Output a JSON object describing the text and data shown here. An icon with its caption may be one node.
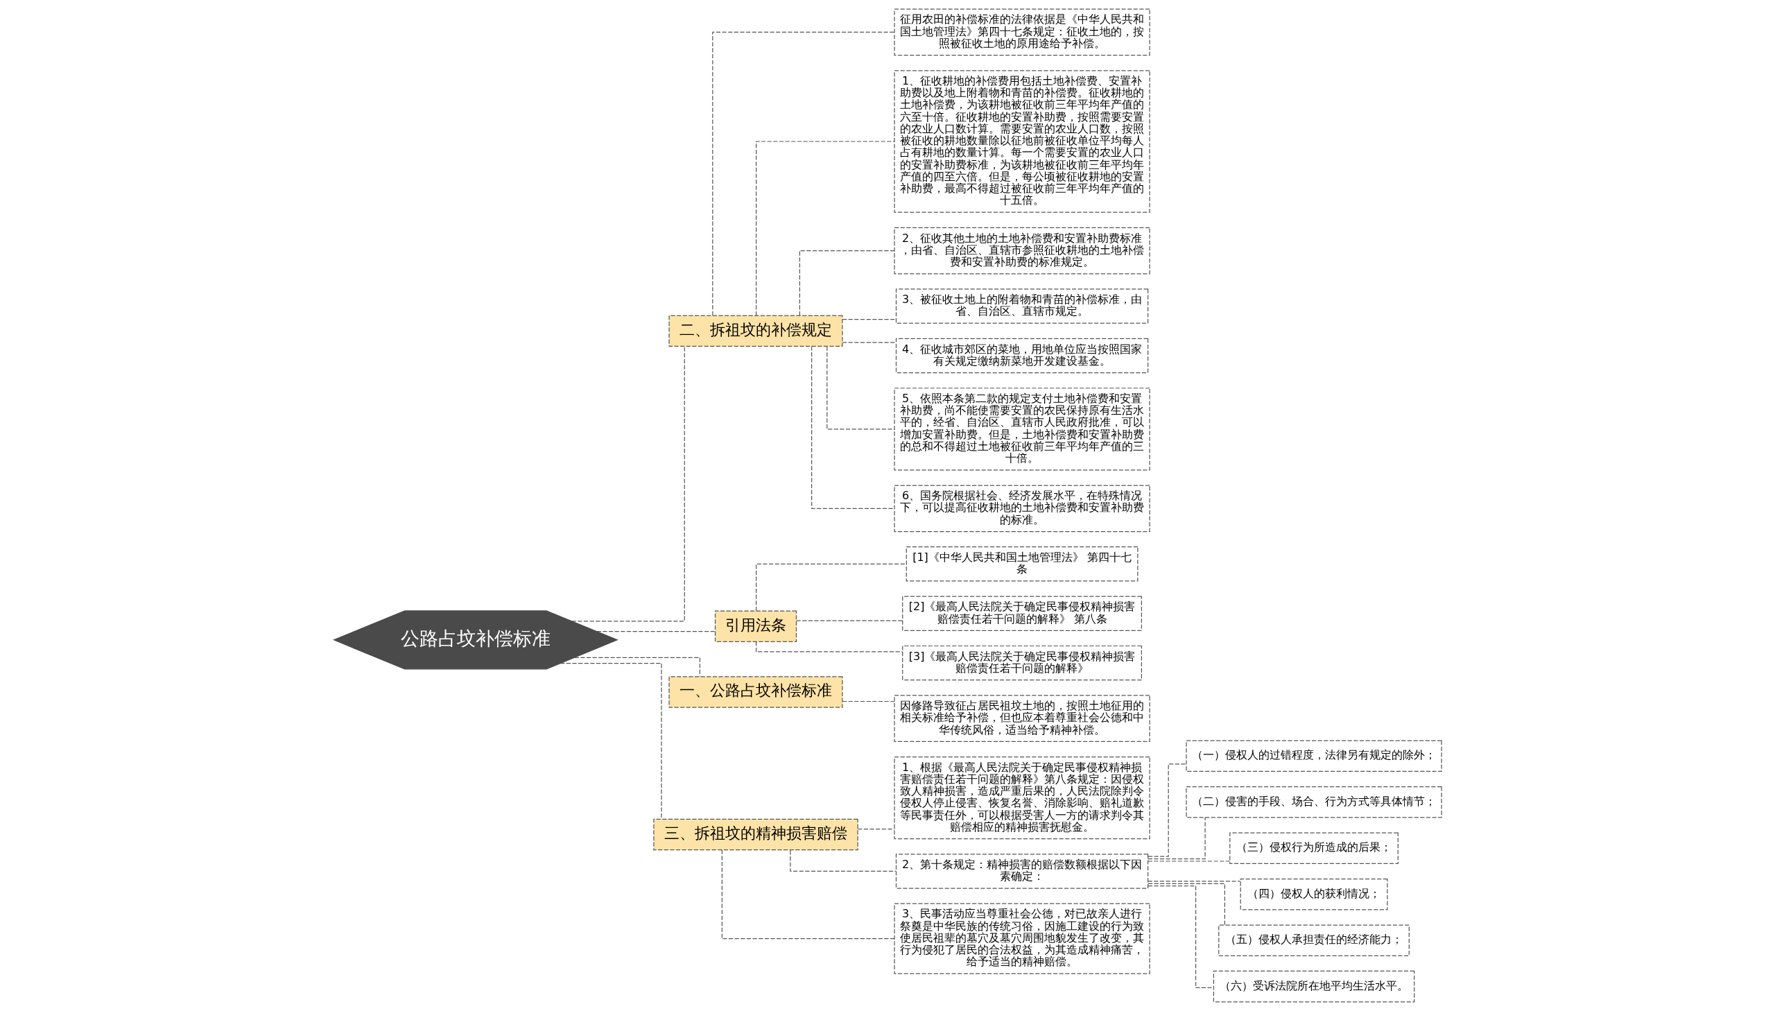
{
  "diagram": {
    "nodes": [
      {
        "text": [
          "公路占坟补偿标准"
        ]
      },
      {
        "text": [
          "二、拆祖坟的补偿规定"
        ]
      },
      {
        "text": [
          "征用农田的补偿标准的法律依据是《中华人民共和国土地管理法》第四十七条规定：征收土地的，按照被征收土地的原用途给予补偿。"
        ]
      },
      {
        "text": [
          "1、征收耕地的补偿费用包括土地补偿费、安置补助费以及地上附着物和青苗的补偿费。征收耕地的土地补偿费，为该耕地被征收前三年平均年产值的六至十倍。征收耕地的安置补助费，按照需要安置的农业人口数计算。需要安置的农业人口数，按照被征收的耕地数量除以征地前被征收单位平均每人占有耕地的数量计算。每一个需要安置的农业人口的安置补助费标准，为该耕地被征收前三年平均年产值的四至六倍。但是，每公顷被征收耕地的安置补助费，最高不得超过被征收前三年平均年产值的十五倍。"
        ]
      },
      {
        "text": [
          "2、征收其他土地的土地补偿费和安置补助费标准，由省、自治区、直辖市参照征收耕地的土地补偿费和安置补助费的标准规定。"
        ]
      },
      {
        "text": [
          "3、被征收土地上的附着物和青苗的补偿标准，由省、自治区、直辖市规定。"
        ]
      },
      {
        "text": [
          "4、征收城市郊区的菜地，用地单位应当按照国家有关规定缴纳新菜地开发建设基金。"
        ]
      },
      {
        "text": [
          "5、依照本条第二款的规定支付土地补偿费和安置补助费，尚不能使需要安置的农民保持原有生活水平的，经省、自治区、直辖市人民政府批准，可以增加安置补助费。但是，土地补偿费和安置补助费的总和不得超过土地被征收前三年平均年产值的三十倍。"
        ]
      },
      {
        "text": [
          "6、国务院根据社会、经济发展水平，在特殊情况下，可以提高征收耕地的土地补偿费和安置补助费的标准。"
        ]
      },
      {
        "text": [
          "引用法条"
        ]
      },
      {
        "text": [
          "[1]《中华人民共和国土地管理法》 第四十七条"
        ]
      },
      {
        "text": [
          "[2]《最高人民法院关于确定民事侵权精神损害赔偿责任若干问题的解释》 第八条"
        ]
      },
      {
        "text": [
          "[3]《最高人民法院关于确定民事侵权精神损害赔偿责任若干问题的解释》"
        ]
      },
      {
        "text": [
          "一、公路占坟补偿标准"
        ]
      },
      {
        "text": [
          "因修路导致征占居民祖坟土地的，按照土地征用的相关标准给予补偿，但也应本着尊重社会公德和中华传统风俗，适当给予精神补偿。"
        ]
      },
      {
        "text": [
          "三、拆祖坟的精神损害赔偿"
        ]
      },
      {
        "text": [
          "1、根据《最高人民法院关于确定民事侵权精神损害赔偿责任若干问题的解释》第八条规定：因侵权致人精神损害，造成严重后果的，人民法院除判令侵权人停止侵害、恢复名誉、消除影响、赔礼道歉等民事责任外，可以根据受害人一方的请求判令其赔偿相应的精神损害抚慰金。"
        ]
      },
      {
        "text": [
          "2、第十条规定：精神损害的赔偿数额根据以下因素确定："
        ]
      },
      {
        "text": [
          "（一）侵权人的过错程度，法律另有规定的除外；"
        ]
      },
      {
        "text": [
          "（二）侵害的手段、场合、行为方式等具体情节；"
        ]
      },
      {
        "text": [
          "（三）侵权行为所造成的后果；"
        ]
      },
      {
        "text": [
          "（四）侵权人的获利情况；"
        ]
      },
      {
        "text": [
          "（五）侵权人承担责任的经济能力；"
        ]
      },
      {
        "text": [
          "（六）受诉法院所在地平均生活水平。"
        ]
      },
      {
        "text": [
          "3、民事活动应当尊重社会公德，对已故亲人进行祭奠是中华民族的传统习俗，因施工建设的行为致使居民祖辈的墓穴及墓穴周围地貌发生了改变，其行为侵犯了居民的合法权益，为其造成精神痛苦，给予适当的精神赔偿。"
        ]
      }
    ],
    "edges": [
      {
        "from": 0,
        "to": 1,
        "arrow": "none",
        "style": "dashed"
      },
      {
        "from": 1,
        "to": 2,
        "arrow": "none",
        "style": "dashed"
      },
      {
        "from": 1,
        "to": 3,
        "arrow": "none",
        "style": "dashed"
      },
      {
        "from": 1,
        "to": 4,
        "arrow": "none",
        "style": "dashed"
      },
      {
        "from": 1,
        "to": 5,
        "arrow": "none",
        "style": "dashed"
      },
      {
        "from": 1,
        "to": 6,
        "arrow": "none",
        "style": "dashed"
      },
      {
        "from": 1,
        "to": 7,
        "arrow": "none",
        "style": "dashed"
      },
      {
        "from": 1,
        "to": 8,
        "arrow": "none",
        "style": "dashed"
      },
      {
        "from": 0,
        "to": 9,
        "arrow": "none",
        "style": "dashed"
      },
      {
        "from": 9,
        "to": 10,
        "arrow": "none",
        "style": "dashed"
      },
      {
        "from": 9,
        "to": 11,
        "arrow": "none",
        "style": "dashed"
      },
      {
        "from": 9,
        "to": 12,
        "arrow": "none",
        "style": "dashed"
      },
      {
        "from": 0,
        "to": 13,
        "arrow": "none",
        "style": "dashed"
      },
      {
        "from": 13,
        "to": 14,
        "arrow": "none",
        "style": "dashed"
      },
      {
        "from": 0,
        "to": 15,
        "arrow": "none",
        "style": "dashed"
      },
      {
        "from": 15,
        "to": 16,
        "arrow": "none",
        "style": "dashed"
      },
      {
        "from": 15,
        "to": 17,
        "arrow": "none",
        "style": "dashed"
      },
      {
        "from": 17,
        "to": 18,
        "arrow": "none",
        "style": "dashed"
      },
      {
        "from": 17,
        "to": 19,
        "arrow": "none",
        "style": "dashed"
      },
      {
        "from": 17,
        "to": 20,
        "arrow": "none",
        "style": "dashed"
      },
      {
        "from": 17,
        "to": 21,
        "arrow": "none",
        "style": "dashed"
      },
      {
        "from": 17,
        "to": 22,
        "arrow": "none",
        "style": "dashed"
      },
      {
        "from": 17,
        "to": 23,
        "arrow": "none",
        "style": "dashed"
      },
      {
        "from": 15,
        "to": 24,
        "arrow": "none",
        "style": "dashed"
      }
    ]
  }
}
